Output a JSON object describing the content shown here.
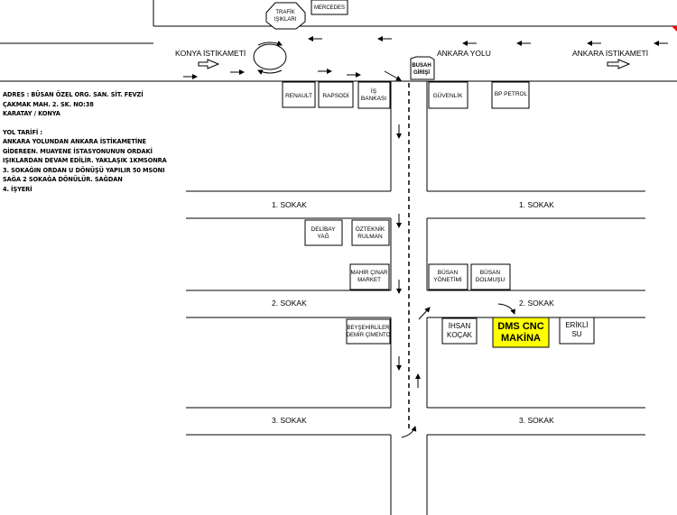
{
  "directions": {
    "konya": "KONYA İSTİKAMETİ",
    "ankara_yolu": "ANKARA YOLU",
    "ankara": "ANKARA İSTİKAMETİ"
  },
  "top_signs": {
    "trafik": [
      "TRAFİK",
      "IŞIKLARI"
    ],
    "mercedes": "MERCEDES"
  },
  "busan_entrance": [
    "BUSAH",
    "GİRİŞİ"
  ],
  "businesses": {
    "renault": "RENAULT",
    "rapsodi": "RAPSODİ",
    "is_bankasi": [
      "İŞ",
      "BANKASI"
    ],
    "guvenlik": "GÜVENLİK",
    "bp": "BP PETROL",
    "delibay": [
      "DELİBAY",
      "YAĞ"
    ],
    "ozteknik": [
      "ÖZTEKNİK",
      "RULMAN"
    ],
    "mahir": [
      "MAHİR ÇINAR",
      "MARKET"
    ],
    "busan_yonetim": [
      "BÜSAN",
      "YÖNETİMİ"
    ],
    "busan_dolmus": [
      "BÜSAN",
      "DOLMUŞU"
    ],
    "beysehir": [
      "BEYŞEHİRLİLER",
      "DEMİR ÇİMENTO"
    ],
    "ihsan": [
      "İHSAN",
      "KOÇAK"
    ],
    "dms": [
      "DMS CNC",
      "MAKİNA"
    ],
    "erikli": [
      "ERİKLİ",
      "SU"
    ]
  },
  "streets": {
    "sokak1": "1. SOKAK",
    "sokak2": "2. SOKAK",
    "sokak3": "3. SOKAK"
  },
  "address": {
    "lines": [
      "ADRES : BÜSAN ÖZEL ORG. SAN. SİT. FEVZİ",
      "ÇAKMAK MAH. 2. SK. NO:38",
      "KARATAY / KONYA"
    ]
  },
  "directions_text": {
    "title": "YOL TARİFİ :",
    "lines": [
      "ANKARA YOLUNDAN ANKARA İSTİKAMETİNE",
      "GİDEREEN. MUAYENE İSTASYONUNUN ORDAKİ",
      "IŞIKLARDAN DEVAM EDİLİR. YAKLAŞIK 1KMSONRA",
      " 3. SOKAĞIN ORDAN U DÖNÜŞÜ YAPILIR 50 MSONI",
      " SAĞA 2 SOKAĞA DÖNÜLÜR. SAĞDAN",
      "4. İŞYERİ"
    ]
  },
  "colors": {
    "highlight": "#ffff00",
    "road": "#000000",
    "background": "#ffffff",
    "corner_mark": "#ff0000"
  }
}
